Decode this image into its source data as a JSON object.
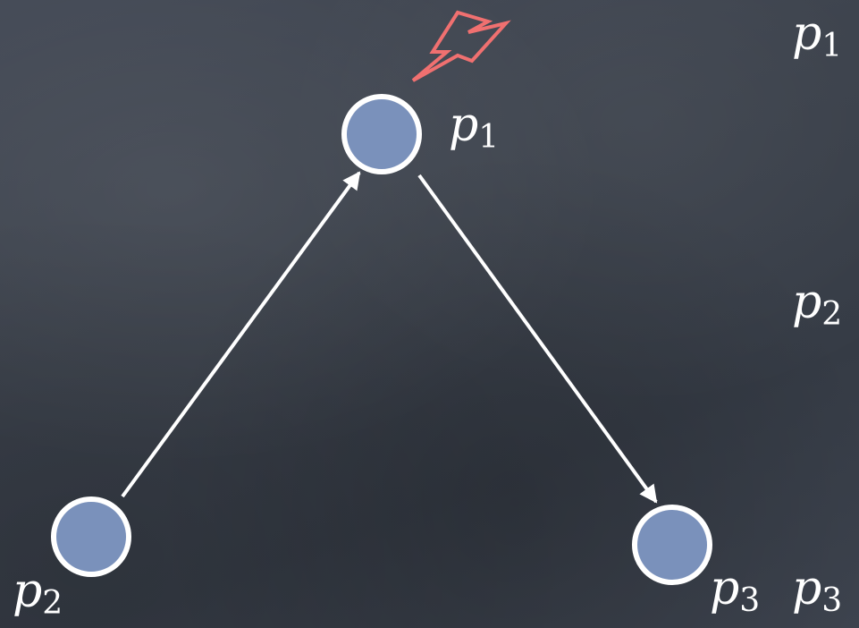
{
  "diagram": {
    "nodes": [
      {
        "id": "p1",
        "label": "p",
        "subscript": "1"
      },
      {
        "id": "p2",
        "label": "p",
        "subscript": "2"
      },
      {
        "id": "p3",
        "label": "p",
        "subscript": "3"
      }
    ],
    "edges": [
      {
        "from": "p2",
        "to": "p1"
      },
      {
        "from": "p1",
        "to": "p3"
      }
    ],
    "crashed_node": "p1",
    "right_labels": [
      {
        "label": "p",
        "subscript": "1"
      },
      {
        "label": "p",
        "subscript": "2"
      },
      {
        "label": "p",
        "subscript": "3"
      }
    ]
  },
  "colors": {
    "background": "#3a404b",
    "node_fill": "#7a91bb",
    "node_stroke": "#ffffff",
    "edge": "#ffffff",
    "lightning": "#f07070",
    "text": "#ffffff"
  }
}
